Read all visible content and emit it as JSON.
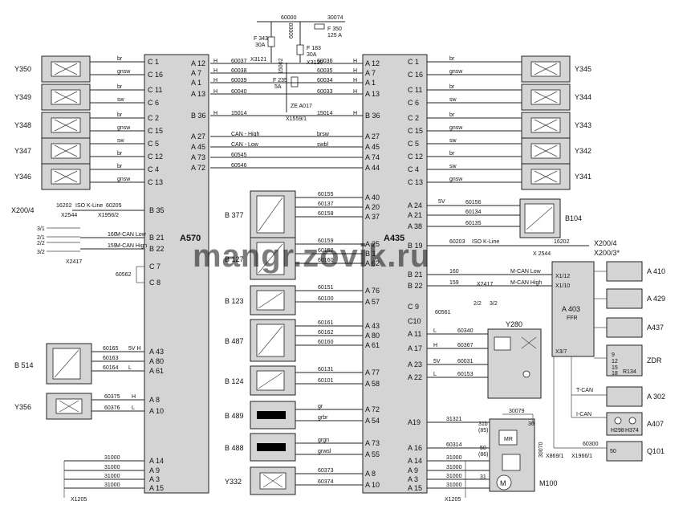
{
  "watermark": "mangr.zovik.ru",
  "ecu_left": {
    "name": "A570",
    "solenoids": [
      {
        "name": "Y350",
        "pins": [
          "C 1",
          "C 16"
        ],
        "wires": [
          "br",
          "gnsw"
        ]
      },
      {
        "name": "Y349",
        "pins": [
          "C 11",
          "C 6"
        ],
        "wires": [
          "br",
          "sw"
        ]
      },
      {
        "name": "Y348",
        "pins": [
          "C 2",
          "C 15"
        ],
        "wires": [
          "br",
          "gnsw"
        ]
      },
      {
        "name": "Y347",
        "pins": [
          "C 5",
          "C 12"
        ],
        "wires": [
          "sw",
          "br"
        ]
      },
      {
        "name": "Y346",
        "pins": [
          "C 4",
          "C 13"
        ],
        "wires": [
          "br",
          "gnsw"
        ]
      }
    ],
    "bus_pins": [
      {
        "pin": "A 12",
        "wire": "60037",
        "level": "H"
      },
      {
        "pin": "A 7",
        "wire": "60038",
        "level": "H"
      },
      {
        "pin": "A 1",
        "wire": "60039",
        "level": "H"
      },
      {
        "pin": "A 13",
        "wire": "60040",
        "level": "H"
      },
      {
        "pin": "B 36",
        "wire": "15014",
        "level": "H"
      },
      {
        "pin": "A 27",
        "wire": "CAN - High",
        "level": ""
      },
      {
        "pin": "A 45",
        "wire": "CAN - Low",
        "level": ""
      },
      {
        "pin": "A 73",
        "wire": "60545",
        "level": ""
      },
      {
        "pin": "A 72",
        "wire": "60546",
        "level": ""
      }
    ],
    "kline": {
      "pin": "B 35",
      "connector": "X200/4",
      "wire": "16202",
      "x_label": "X2544",
      "label": "ISO K-Line",
      "wire2": "60205",
      "x2": "X1956/2"
    },
    "mcan": {
      "pins": [
        "B 21",
        "B 22"
      ],
      "wires": [
        "160",
        "159"
      ],
      "labels": [
        "M-CAN Low",
        "M-CAN High"
      ],
      "terminals": [
        "3/1",
        "2/1",
        "2/2",
        "3/2"
      ],
      "connector": "X2417"
    },
    "c_pins": [
      "C 7",
      "C 8"
    ],
    "c_wire": "60562",
    "b514": {
      "name": "B 514",
      "pins": [
        "A 43",
        "A 80",
        "A 61"
      ],
      "wires": [
        "60165",
        "60163",
        "60164"
      ],
      "tags": [
        "5V H",
        "",
        "L"
      ]
    },
    "y356": {
      "name": "Y356",
      "pins": [
        "A 8",
        "A 10"
      ],
      "wires": [
        "60375",
        "60376"
      ],
      "tags": [
        "H",
        "L"
      ]
    },
    "ground_pins": [
      "A 14",
      "A 9",
      "A 3",
      "A 15"
    ],
    "ground_wires": [
      "31000",
      "31000",
      "31000",
      "31000"
    ],
    "ground_conn": "X1205"
  },
  "ecu_right": {
    "name": "A435",
    "solenoids": [
      {
        "name": "Y345",
        "pins": [
          "C 1",
          "C 16"
        ],
        "wires": [
          "br",
          "gnsw"
        ]
      },
      {
        "name": "Y344",
        "pins": [
          "C 11",
          "C 6"
        ],
        "wires": [
          "br",
          "sw"
        ]
      },
      {
        "name": "Y343",
        "pins": [
          "C 2",
          "C 15"
        ],
        "wires": [
          "br",
          "gnsw"
        ]
      },
      {
        "name": "Y342",
        "pins": [
          "C 5",
          "C 12"
        ],
        "wires": [
          "sw",
          "br"
        ]
      },
      {
        "name": "Y341",
        "pins": [
          "C 4",
          "C 13"
        ],
        "wires": [
          "sw",
          "gnsw"
        ]
      }
    ],
    "bus_pins": [
      {
        "pin": "A 12",
        "wire": "60036",
        "level": "H"
      },
      {
        "pin": "A 7",
        "wire": "60035",
        "level": "H"
      },
      {
        "pin": "A 1",
        "wire": "60034",
        "level": "H"
      },
      {
        "pin": "A 13",
        "wire": "60033",
        "level": "H"
      },
      {
        "pin": "B 36",
        "wire": "15014",
        "level": "H"
      },
      {
        "pin": "A 27",
        "wire": "brsw",
        "level": ""
      },
      {
        "pin": "A 45",
        "wire": "swbl",
        "level": ""
      },
      {
        "pin": "A 74",
        "wire": "",
        "level": ""
      },
      {
        "pin": "A 44",
        "wire": "",
        "level": ""
      }
    ],
    "sensors": [
      {
        "name": "B 377",
        "pins": [
          "A 40",
          "A 20",
          "A 37"
        ],
        "wires": [
          "60155",
          "60137",
          "60158"
        ]
      },
      {
        "name": "B 127",
        "pins": [
          "A 25",
          "B 1",
          "A 62"
        ],
        "wires": [
          "60159",
          "60152",
          "60160"
        ]
      },
      {
        "name": "B 123",
        "pins": [
          "A 76",
          "A 57"
        ],
        "wires": [
          "60151",
          "60100"
        ]
      },
      {
        "name": "B 487",
        "pins": [
          "A 43",
          "A 80",
          "A 61"
        ],
        "wires": [
          "60161",
          "60162",
          "60160"
        ]
      },
      {
        "name": "B 124",
        "pins": [
          "A 77",
          "A 58"
        ],
        "wires": [
          "60131",
          "60101"
        ]
      },
      {
        "name": "B 489",
        "pins": [
          "A 72",
          "A 54"
        ],
        "wires": [
          "gr",
          "grbr"
        ]
      },
      {
        "name": "B 488",
        "pins": [
          "A 73",
          "A 55"
        ],
        "wires": [
          "grgn",
          "grwsl"
        ]
      },
      {
        "name": "Y332",
        "pins": [
          "A 8",
          "A 10"
        ],
        "wires": [
          "60373",
          "60374"
        ]
      }
    ],
    "b104": {
      "name": "B104",
      "pins": [
        "A 24",
        "A 21",
        "A 38"
      ],
      "wires": [
        "60156",
        "60134",
        "60135"
      ],
      "tag": "5V"
    },
    "kline": {
      "pin": "B 19",
      "wire": "60203",
      "label": "ISO K-Line",
      "wire2": "16202",
      "x_label": "X 2544",
      "connectors": [
        "X200/4",
        "X200/3*"
      ]
    },
    "mcan": {
      "pins": [
        "B 21",
        "B 22"
      ],
      "wires": [
        "160",
        "159"
      ],
      "connector": "X2417",
      "terminals": [
        "2/2",
        "3/2"
      ],
      "labels": [
        "M-CAN Low",
        "M-CAN High"
      ]
    },
    "c_pins": [
      "C 9",
      "C10"
    ],
    "c_wire": "60561",
    "y280": {
      "name": "Y280",
      "pins": [
        "A 11",
        "A 17",
        "A 23",
        "A 22"
      ],
      "wires": [
        "60340",
        "60367",
        "60031",
        "60153"
      ],
      "tags": [
        "L",
        "H",
        "5V",
        "L"
      ]
    },
    "a19": {
      "pin": "A19",
      "wire": "31321"
    },
    "a16": {
      "pin": "A 16",
      "wire": "60314"
    },
    "ground_pins": [
      "A 14",
      "A 9",
      "A 3",
      "A 15"
    ],
    "ground_wires": [
      "31000",
      "31000",
      "31000",
      "31000"
    ],
    "ground_conn": "X1205"
  },
  "fuses": {
    "top_wire_left": "60000",
    "top_wire_right": "30074",
    "f343": [
      "F 343",
      "30A"
    ],
    "f350": [
      "F 350",
      "125 A"
    ],
    "f183": [
      "F 183",
      "30A"
    ],
    "f235": [
      "F 235",
      "5A"
    ],
    "wire_15002": "15002",
    "wire_60000b": "60000",
    "x3121": "X3121",
    "x3120": "X3120",
    "x1559": "X1559/1",
    "ze": "ZE A017"
  },
  "a403": {
    "name": "A 403",
    "sub": "FFR",
    "conns": [
      "X1/12",
      "X1/10",
      "X3/7"
    ],
    "side": [
      "A 410",
      "A 429",
      "A437",
      "ZDR"
    ],
    "zdr_nums": [
      "9",
      "12",
      "15",
      "18",
      "R134"
    ]
  },
  "lower_right": {
    "a302": "A 302",
    "a407": "A407",
    "a407_items": [
      "H298",
      "H374"
    ],
    "tcan": "T-CAN",
    "ican": "I-CAN",
    "q101": "Q101",
    "q101_wire": "60300",
    "q101_x": [
      "X869/1",
      "X1966/1"
    ],
    "q101_pin": "50",
    "m100": "M100",
    "m100_wire": "30079",
    "m100_pins": [
      "31b",
      "(85)",
      "30",
      "50",
      "(86)",
      "31"
    ],
    "m100_box": "MR",
    "m100_code": "30070"
  },
  "colors": {
    "box_fill": "#d4d4d4",
    "ink": "#222222",
    "watermark": "#c8a0a0"
  }
}
